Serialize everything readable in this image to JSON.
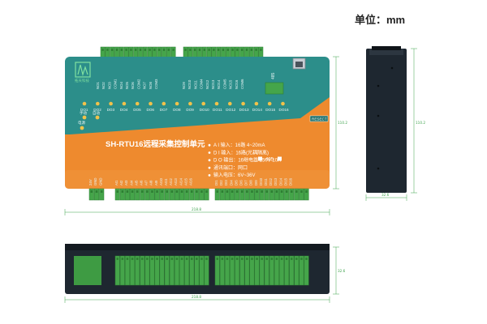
{
  "unit_label": "单位：mm",
  "front": {
    "logo_text": "拓天科技",
    "product_title": "SH-RTU16远程采集控制单元",
    "reset_label": "RESECT",
    "power_label": "电源",
    "mode_labels": [
      "手动",
      "自动"
    ],
    "do_leds": [
      "DO1",
      "DO2",
      "DO3",
      "DO4",
      "DO5",
      "DO6",
      "DO7",
      "DO8",
      "DO9",
      "DO10",
      "DO11",
      "DO12",
      "DO13",
      "DO14",
      "DO15",
      "DO16"
    ],
    "specs": [
      "A I 输入：16路 4~20mA",
      "D I 输入：16路(光耦隔离)",
      "D O 输出：16继电器 250V 10A",
      "通讯端口：网口",
      "输入电压：6V~36V"
    ],
    "spec_485": "485",
    "top_terminal_labels_left": [
      "NO1",
      "NO2",
      "NO3",
      "COM1",
      "NO4",
      "NO5",
      "NO6",
      "COM2",
      "NO7",
      "NO8",
      "COM3"
    ],
    "top_terminal_labels_right": [
      "NO9",
      "NO10",
      "NO11",
      "COM4",
      "NO12",
      "NO13",
      "NO14",
      "COM5",
      "NO15",
      "NO16",
      "COM6"
    ],
    "rs485_label": "485",
    "bottom_terminal_labels_power": [
      "24V",
      "GND",
      "GND"
    ],
    "ai_labels": [
      "AI1",
      "AI2",
      "AI3",
      "AI4",
      "AI5",
      "AI6",
      "AI7",
      "AI8",
      "AI9",
      "AI10",
      "AI11",
      "AI12",
      "AI13",
      "AI14",
      "AI15",
      "AI16"
    ],
    "di_labels": [
      "DI1",
      "DI2",
      "DI3",
      "DI4",
      "DI5",
      "DI6",
      "DI7",
      "DI8",
      "DI9",
      "DI10",
      "DI11",
      "DI12",
      "DI13",
      "DI14",
      "DI15",
      "DI16"
    ]
  },
  "dimensions": {
    "front_width": "218.8",
    "front_height": "110.2",
    "side_height": "110.2",
    "side_width": "32.6",
    "bottom_width": "218.8",
    "bottom_height": "32.6"
  },
  "colors": {
    "teal": "#2c8e8a",
    "orange": "#ee8a2e",
    "terminal_green": "#45a54a",
    "dimension_green": "#3fa34d",
    "side_body": "#1e2730"
  }
}
